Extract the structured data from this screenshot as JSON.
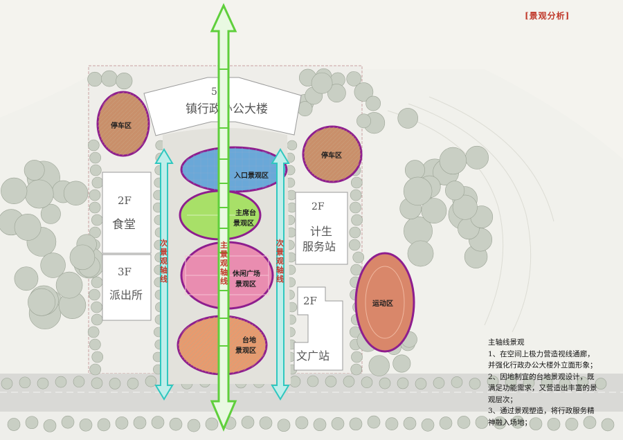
{
  "title": "[景观分析]",
  "buildings": {
    "main_office": {
      "floor": "5F",
      "name": "镇行政办公大楼"
    },
    "canteen": {
      "floor": "2F",
      "name": "食堂"
    },
    "police": {
      "floor": "3F",
      "name": "派出所"
    },
    "family_planning": {
      "floor": "2F",
      "name_line1": "计生",
      "name_line2": "服务站"
    },
    "culture": {
      "floor": "2F",
      "name": "文广站"
    }
  },
  "zones": {
    "parking_left": "停车区",
    "parking_right": "停车区",
    "entrance": "入口景观区",
    "rostrum_line1": "主席台",
    "rostrum_line2": "景观区",
    "leisure_line1": "休闲广场",
    "leisure_line2": "景观区",
    "terrace_line1": "台地",
    "terrace_line2": "景观区",
    "sports": "运动区"
  },
  "axes": {
    "main": "主景观轴线",
    "secondary_left": "次景观轴线",
    "secondary_right": "次景观轴线"
  },
  "notes": {
    "heading": "主轴线景观",
    "lines": [
      "1、在空间上极力营造视线通廊，",
      "并强化行政办公大楼外立面形象；",
      "2、因地制宜的台地景观设计，既",
      "满足功能需求，又营造出丰富的景",
      "观层次；",
      "3、通过景观塑造，将行政服务精",
      "神融入场地；"
    ]
  },
  "colors": {
    "tree": "#c9cfc4",
    "main_arrow": "#5fcf3c",
    "secondary_arrow": "#2fc7bf",
    "ellipse_border": "#8e1e8e",
    "entrance_fill": "#6aa8d8",
    "rostrum_fill": "#a8e068",
    "leisure_fill": "#e98db0",
    "terrace_fill": "#e89a6e",
    "sports_fill": "#d9876a",
    "title": "#c0392b"
  }
}
